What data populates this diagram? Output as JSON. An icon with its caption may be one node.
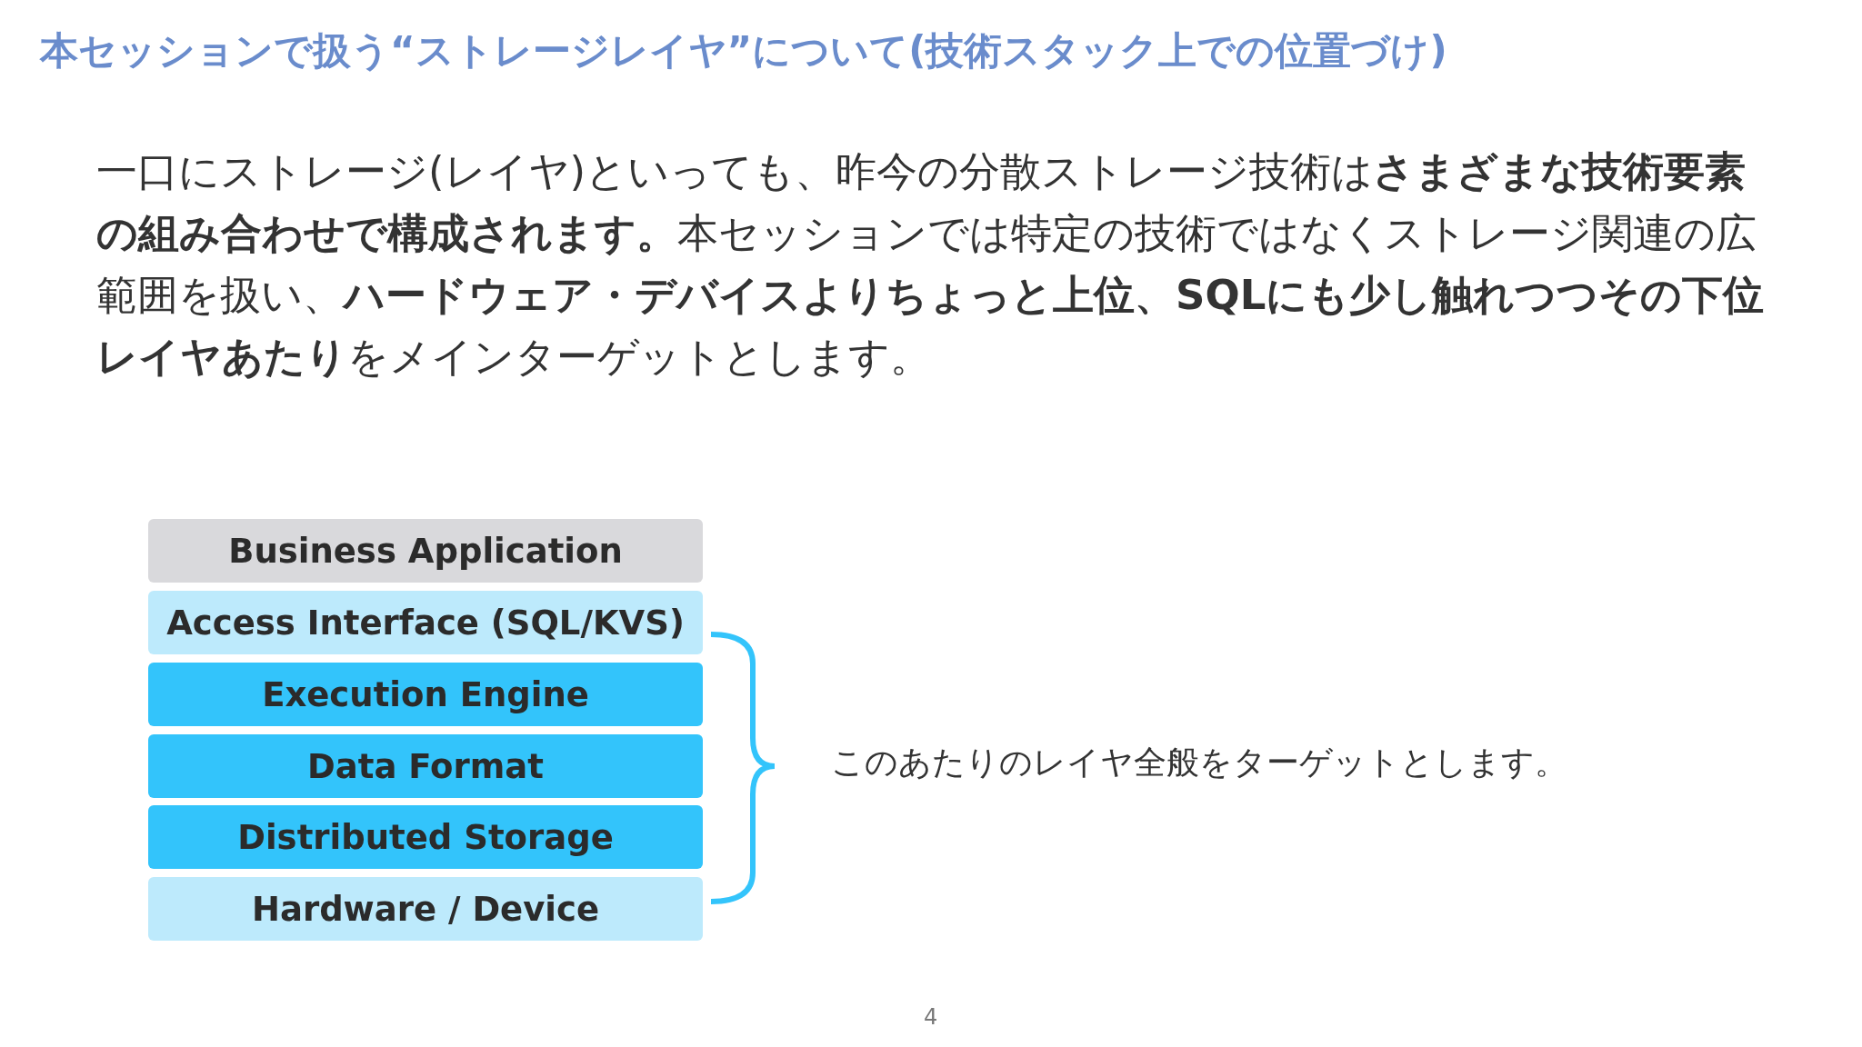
{
  "diagram": {
    "title": "本セッションで扱う“ストレージレイヤ”について(技術スタック上での位置づけ)",
    "nodes": [
      {
        "text": [
          "Business Application"
        ]
      },
      {
        "text": [
          "Access Interface (SQL/KVS)"
        ]
      },
      {
        "text": [
          "Execution Engine"
        ]
      },
      {
        "text": [
          "Data Format"
        ]
      },
      {
        "text": [
          "Distributed Storage"
        ]
      },
      {
        "text": [
          "Hardware / Device"
        ]
      }
    ],
    "labels": [
      "一口にストレージ(レイヤ)といっても、昨今の分散ストレージ技術は**さまざまな技術要素の組み合わせで構成されます。**本セッションでは特定の技術ではなくストレージ関連の広範囲を扱い、**ハードウェア・デバイスよりちょっと上位、SQLにも少し触れつつその下位レイヤあたり**をメインターゲットとします。",
      "このあたりのレイヤ全般をターゲットとします。",
      "4"
    ]
  }
}
